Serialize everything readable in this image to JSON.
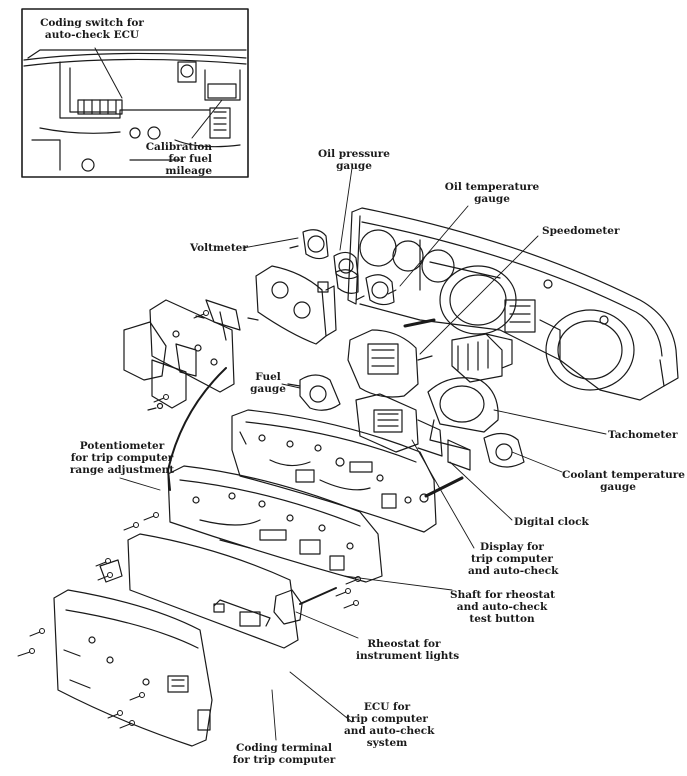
{
  "inset": {
    "labels": {
      "coding_switch": [
        "Coding switch for",
        "auto-check ECU"
      ],
      "calibration": [
        "Calibration",
        "for fuel",
        "mileage"
      ]
    }
  },
  "labels": {
    "oil_pressure": [
      "Oil pressure",
      "gauge"
    ],
    "oil_temperature": [
      "Oil temperature",
      "gauge"
    ],
    "speedometer": [
      "Speedometer"
    ],
    "voltmeter": [
      "Voltmeter"
    ],
    "fuel_gauge": [
      "Fuel",
      "gauge"
    ],
    "tachometer": [
      "Tachometer"
    ],
    "coolant": [
      "Coolant temperature",
      "gauge"
    ],
    "potentiometer": [
      "Potentiometer",
      "for trip computer",
      "range adjustment"
    ],
    "digital_clock": [
      "Digital clock"
    ],
    "display": [
      "Display for",
      "trip computer",
      "and auto-check"
    ],
    "shaft": [
      "Shaft for rheostat",
      "and auto-check",
      "test button"
    ],
    "rheostat": [
      "Rheostat for",
      "instrument lights"
    ],
    "ecu": [
      "ECU for",
      "trip computer",
      "and auto-check",
      "system"
    ],
    "coding_terminal": [
      "Coding terminal",
      "for trip computer"
    ]
  },
  "colors": {
    "ink": "#1a1a1a",
    "paper": "#ffffff"
  }
}
